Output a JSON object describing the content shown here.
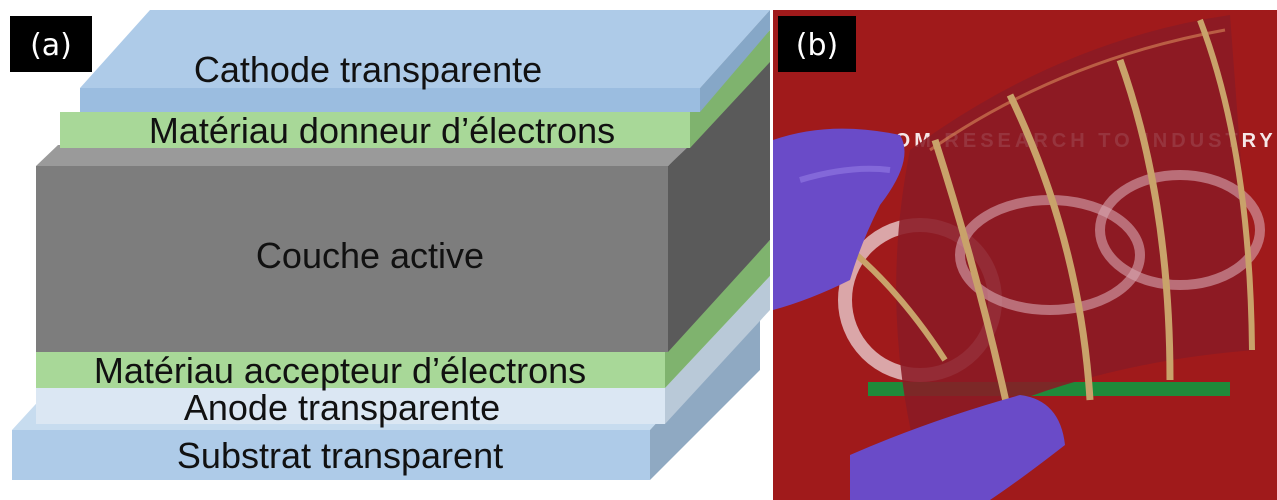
{
  "panel_a": {
    "tag": "(a)",
    "layers": {
      "cathode": "Cathode transparente",
      "donor": "Matériau donneur d’électrons",
      "active": "Couche active",
      "acceptor": "Matériau accepteur d’électrons",
      "anode": "Anode transparente",
      "substrate": "Substrat transparent"
    },
    "colors": {
      "cathode": "#aecbe8",
      "donor": "#a8d898",
      "active": "#808080",
      "acceptor": "#a8d898",
      "anode": "#dbe7f3",
      "substrate": "#aecbe8"
    }
  },
  "panel_b": {
    "tag": "(b)",
    "photo_text": "FROM RESEARCH TO INDUSTRY",
    "colors": {
      "background": "#b01f1f",
      "cell": "#8a1a24",
      "glove": "#6a4bc8"
    }
  }
}
